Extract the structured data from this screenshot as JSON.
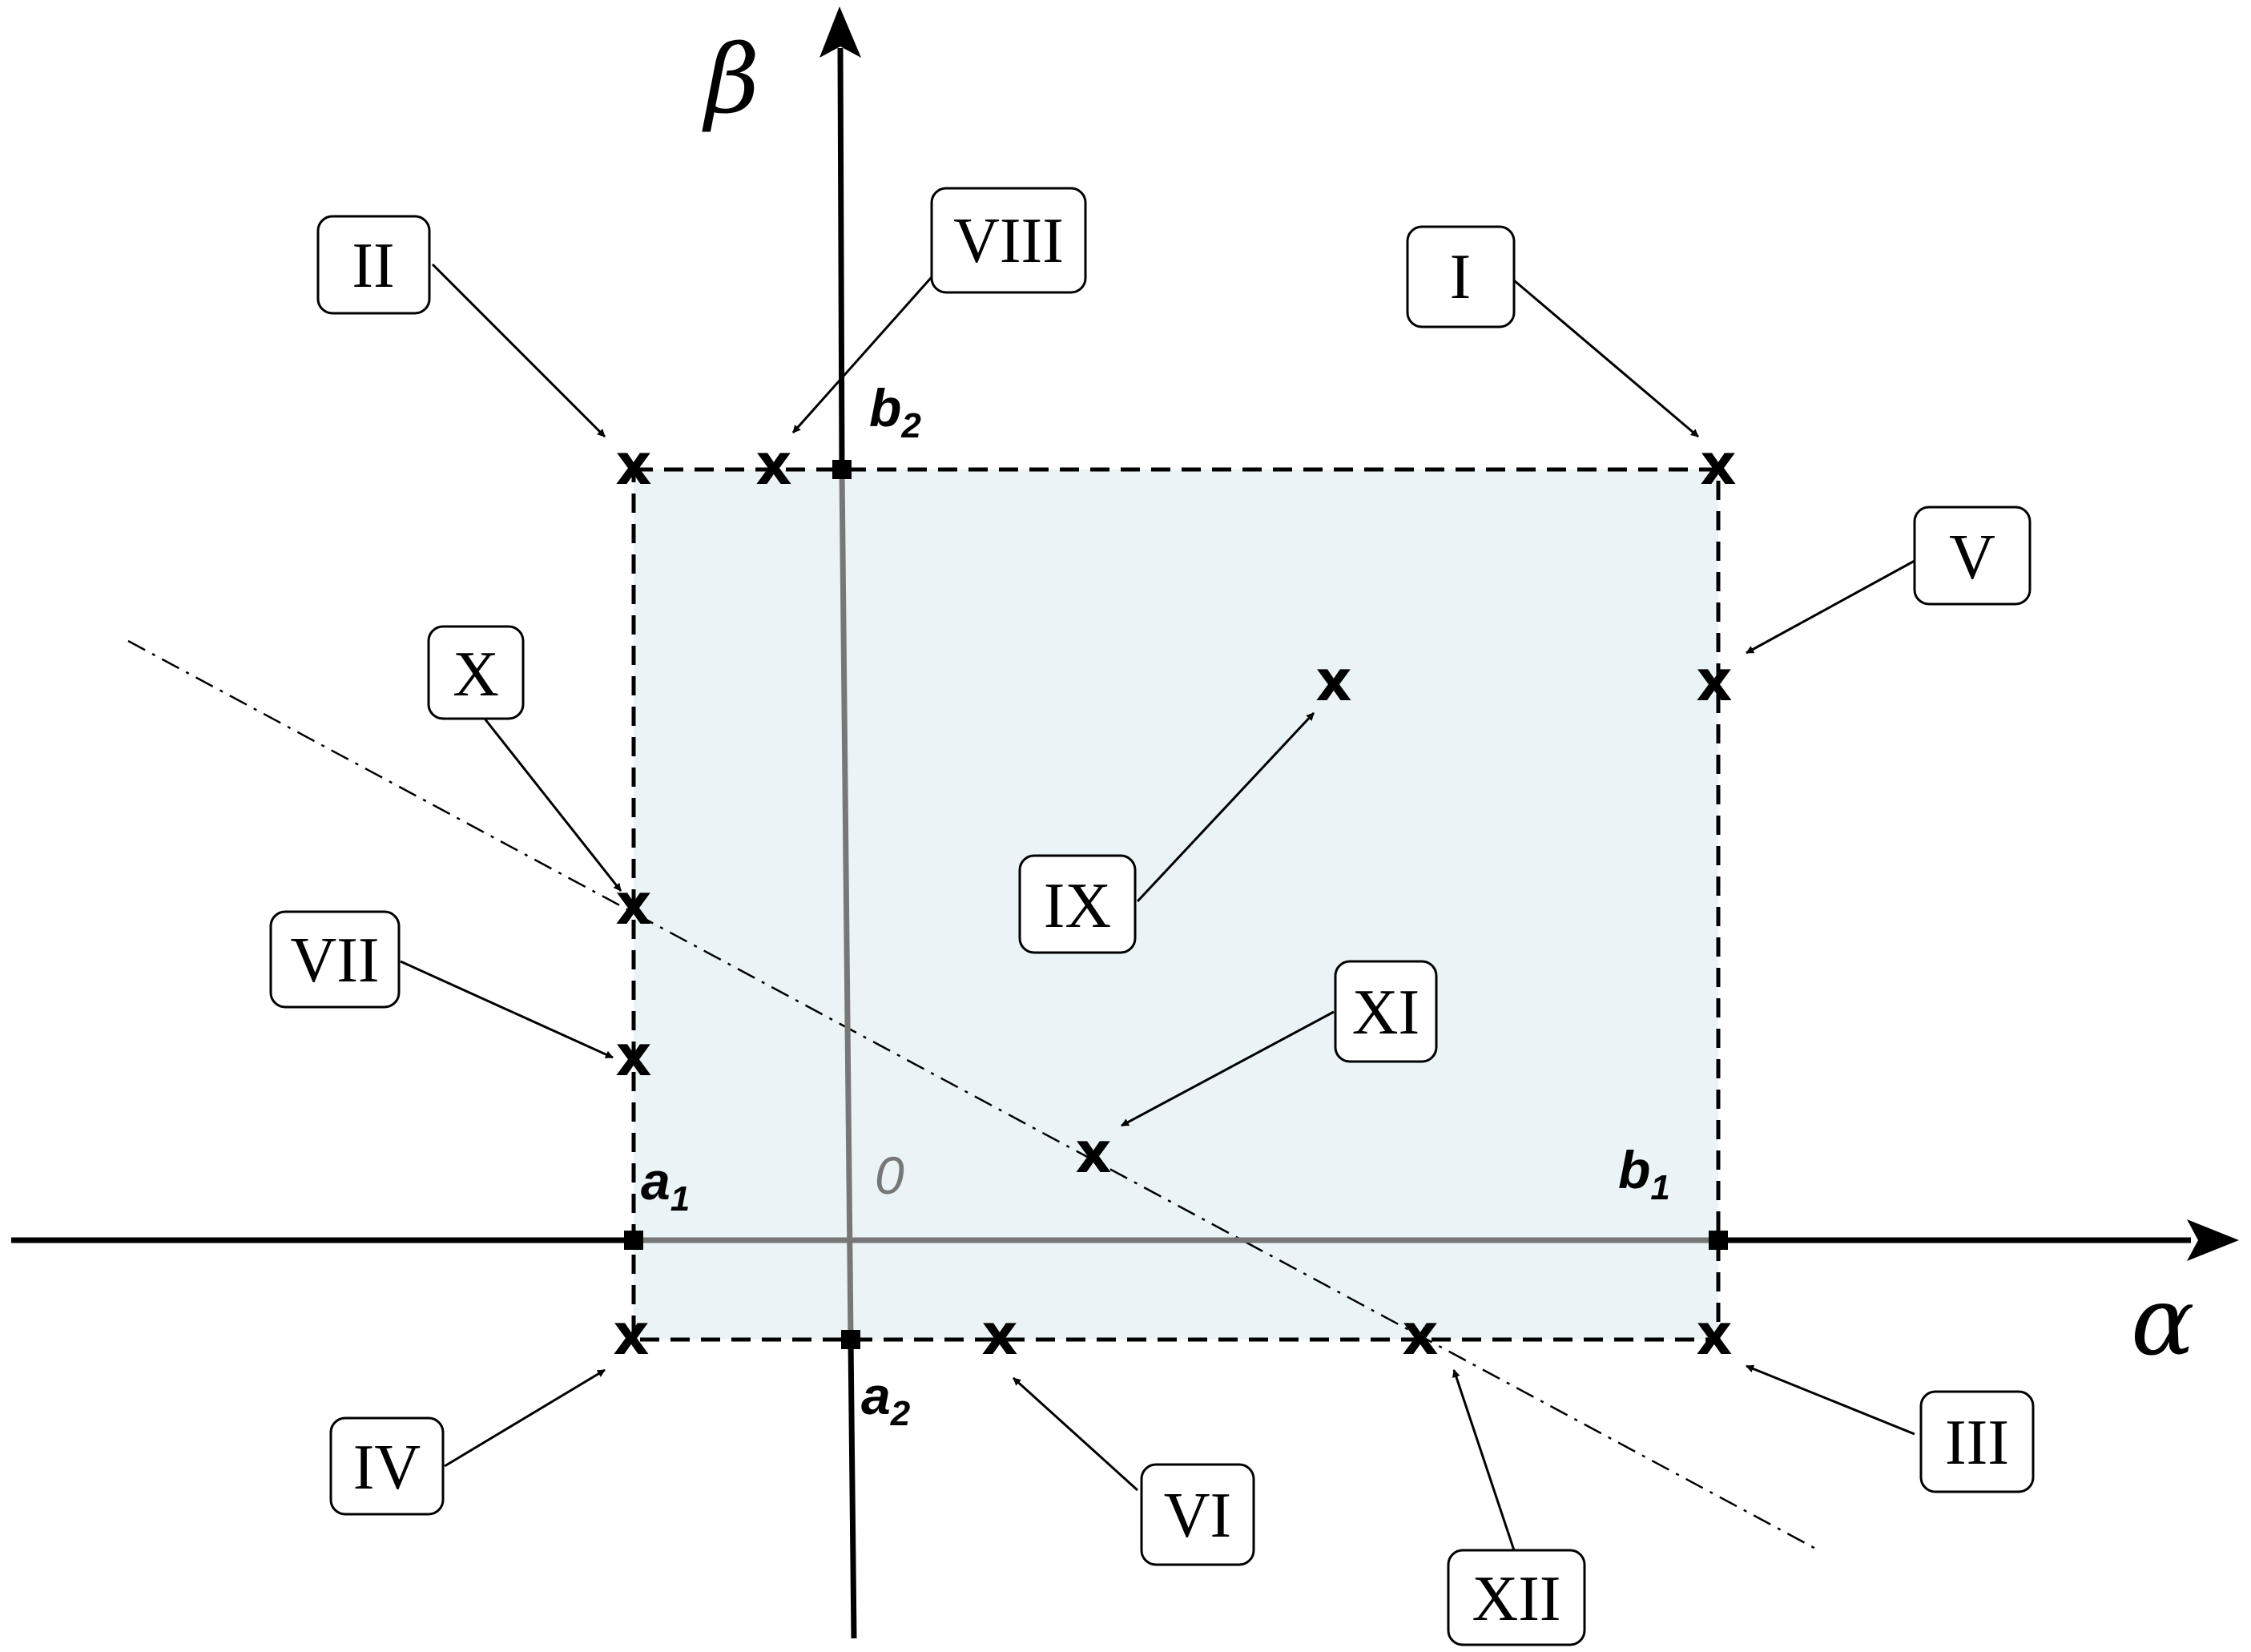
{
  "axes": {
    "horizontal": "α",
    "vertical": "β",
    "origin": "0"
  },
  "bounds": {
    "a1": {
      "main": "a",
      "sub": "1"
    },
    "b1": {
      "main": "b",
      "sub": "1"
    },
    "a2": {
      "main": "a",
      "sub": "2"
    },
    "b2": {
      "main": "b",
      "sub": "2"
    }
  },
  "region_color": "#eaf3f5",
  "marker_glyph": "x",
  "labels": {
    "I": "I",
    "II": "II",
    "III": "III",
    "IV": "IV",
    "V": "V",
    "VI": "VI",
    "VII": "VII",
    "VIII": "VIII",
    "IX": "IX",
    "X": "X",
    "XI": "XI",
    "XII": "XII"
  }
}
